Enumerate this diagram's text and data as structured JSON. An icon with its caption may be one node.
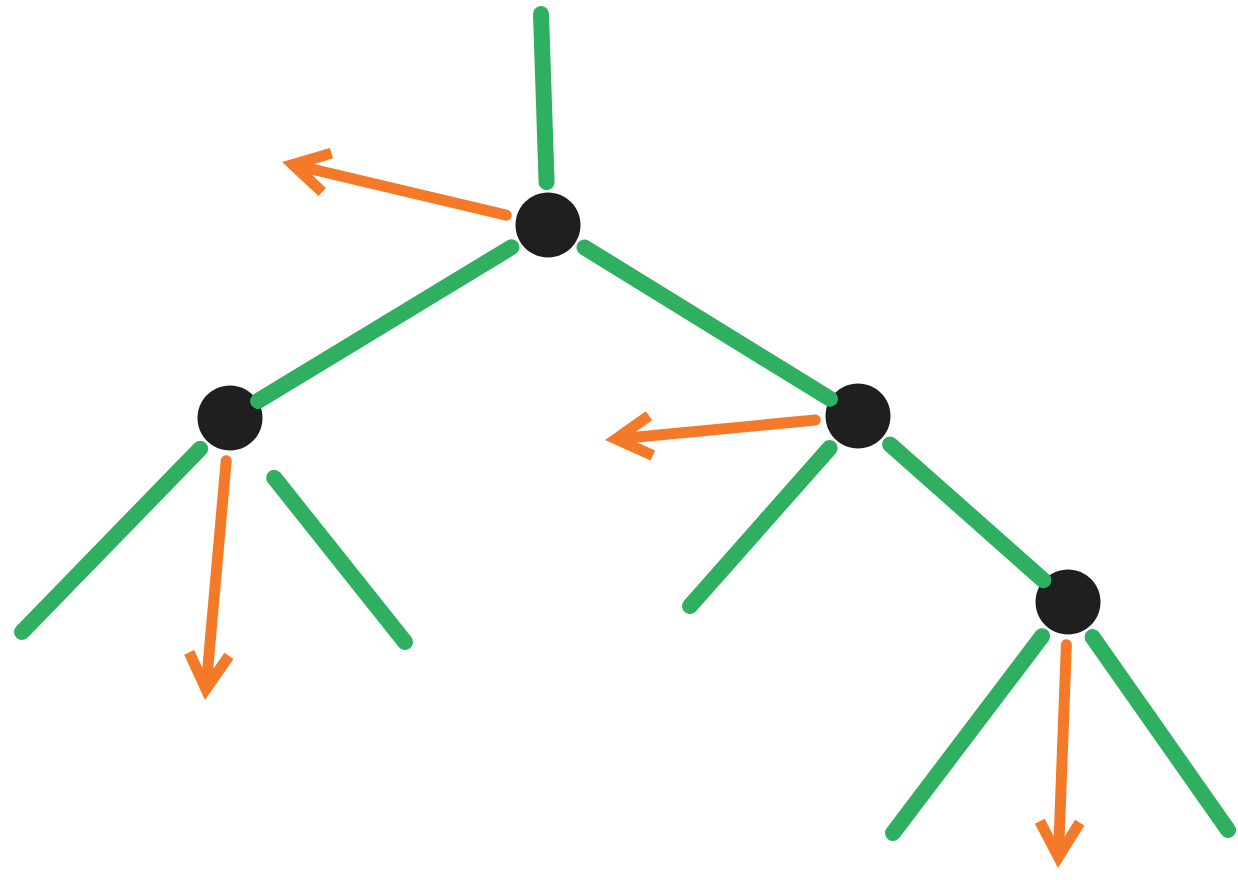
{
  "diagram": {
    "nodes": [
      {
        "text": [],
        "shape": "circle"
      },
      {
        "text": [],
        "shape": "circle"
      },
      {
        "text": [],
        "shape": "circle"
      },
      {
        "text": [],
        "shape": "circle"
      }
    ],
    "edges": [
      {
        "from": 0,
        "to": null,
        "arrow": "none"
      },
      {
        "from": 0,
        "to": null,
        "arrow": "to",
        "color": "#f47a2a"
      },
      {
        "from": 0,
        "to": 1,
        "arrow": "none"
      },
      {
        "from": 0,
        "to": 2,
        "arrow": "none"
      },
      {
        "from": 1,
        "to": null,
        "arrow": "none"
      },
      {
        "from": 1,
        "to": null,
        "arrow": "to",
        "color": "#f47a2a"
      },
      {
        "from": 1,
        "to": null,
        "arrow": "none"
      },
      {
        "from": 2,
        "to": null,
        "arrow": "to",
        "color": "#f47a2a"
      },
      {
        "from": 2,
        "to": null,
        "arrow": "none"
      },
      {
        "from": 2,
        "to": 3,
        "arrow": "none"
      },
      {
        "from": 3,
        "to": null,
        "arrow": "none"
      },
      {
        "from": 3,
        "to": null,
        "arrow": "to",
        "color": "#f47a2a"
      },
      {
        "from": 3,
        "to": null,
        "arrow": "none"
      }
    ]
  }
}
